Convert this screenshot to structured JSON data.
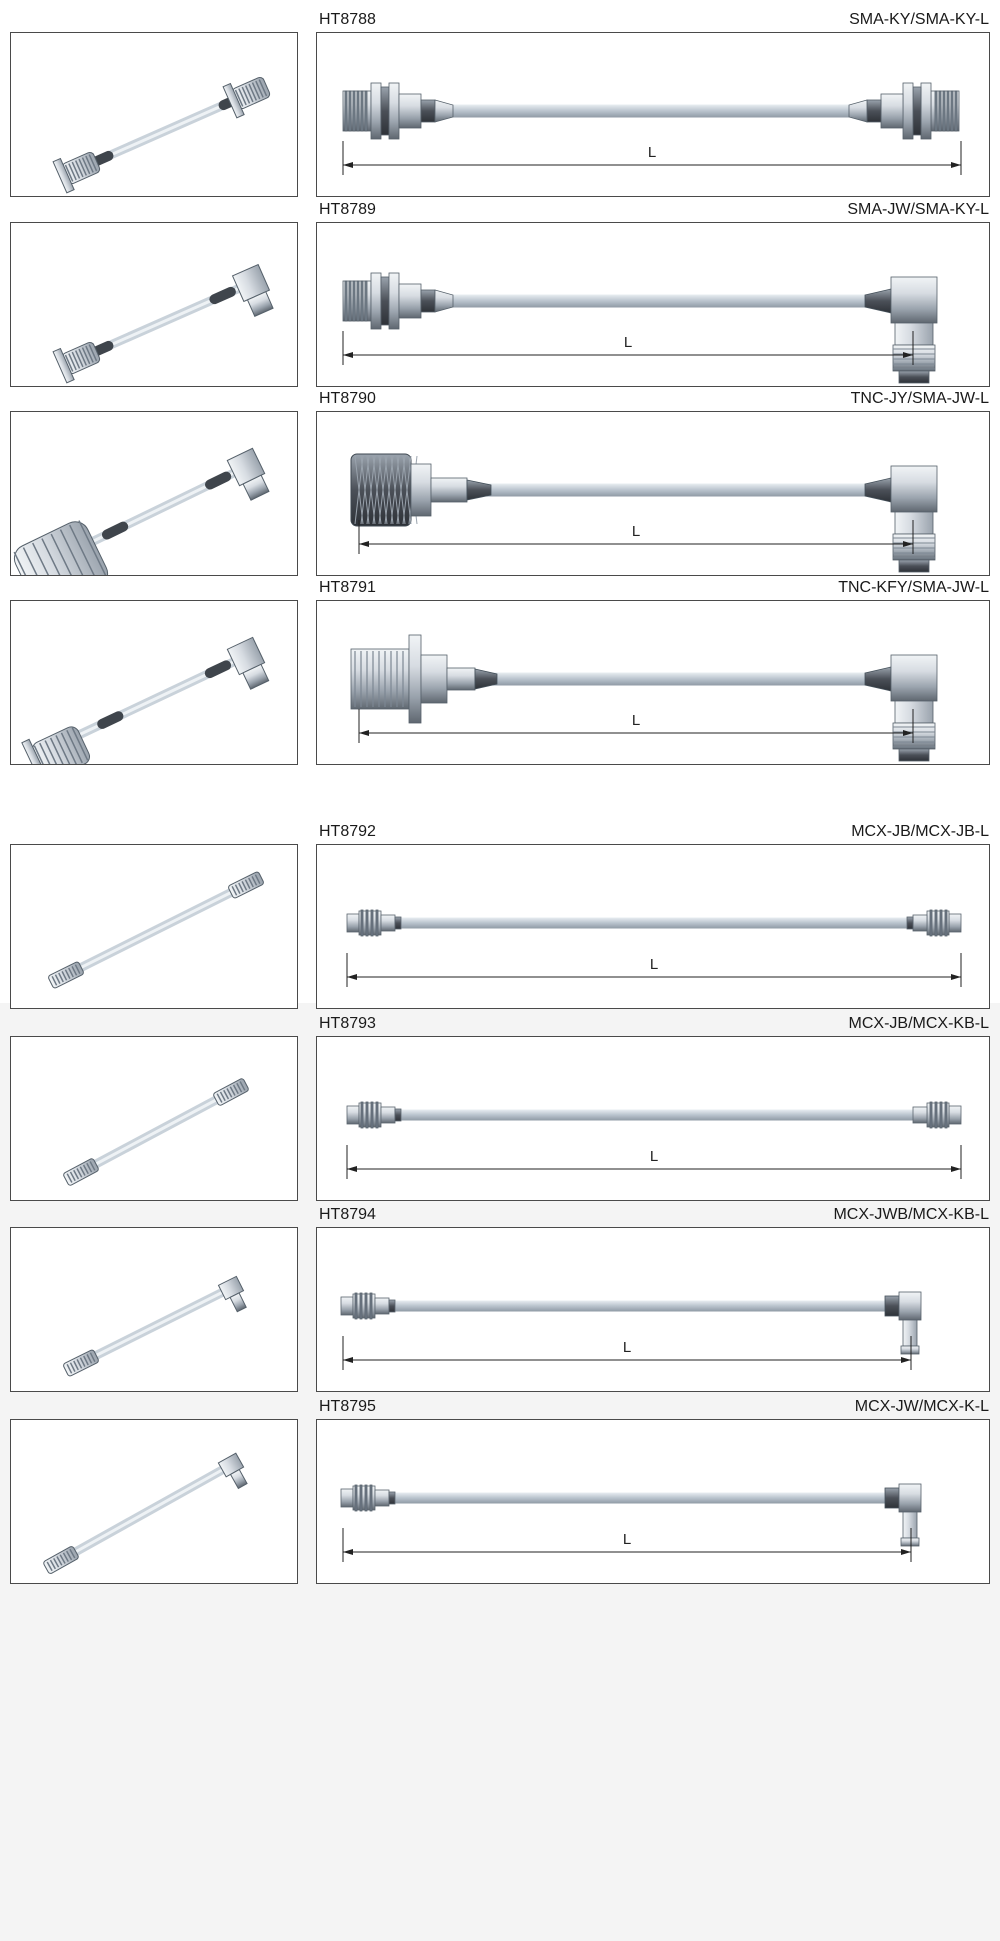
{
  "products": [
    {
      "code": "HT8788",
      "name": "SMA-KY/SMA-KY-L",
      "dimension_label": "L",
      "left_connector": "sma-bulkhead-jack",
      "right_connector": "sma-bulkhead-jack"
    },
    {
      "code": "HT8789",
      "name": "SMA-JW/SMA-KY-L",
      "dimension_label": "L",
      "left_connector": "sma-bulkhead-jack",
      "right_connector": "sma-right-angle-plug"
    },
    {
      "code": "HT8790",
      "name": "TNC-JY/SMA-JW-L",
      "dimension_label": "L",
      "left_connector": "tnc-knurled-plug",
      "right_connector": "sma-right-angle-plug"
    },
    {
      "code": "HT8791",
      "name": "TNC-KFY/SMA-JW-L",
      "dimension_label": "L",
      "left_connector": "tnc-flange-jack",
      "right_connector": "sma-right-angle-plug"
    },
    {
      "code": "HT8792",
      "name": "MCX-JB/MCX-JB-L",
      "dimension_label": "L",
      "left_connector": "mcx-ribbed-plug",
      "right_connector": "mcx-ribbed-plug"
    },
    {
      "code": "HT8793",
      "name": "MCX-JB/MCX-KB-L",
      "dimension_label": "L",
      "left_connector": "mcx-ribbed-plug",
      "right_connector": "mcx-ribbed-jack"
    },
    {
      "code": "HT8794",
      "name": "MCX-JWB/MCX-KB-L",
      "dimension_label": "L",
      "left_connector": "mcx-ribbed-jack",
      "right_connector": "mcx-right-angle"
    },
    {
      "code": "HT8795",
      "name": "MCX-JW/MCX-K-L",
      "dimension_label": "L",
      "left_connector": "mcx-ribbed-jack",
      "right_connector": "mcx-right-angle"
    }
  ],
  "colors": {
    "metal_light": "#d7dce2",
    "metal_mid": "#9aa3ad",
    "metal_dark": "#5f6770",
    "cable": "#b9c3cd",
    "boot_dark": "#4b5058",
    "frame_border": "#4a4a4a",
    "lower_section_bg": "#f4f4f4"
  }
}
